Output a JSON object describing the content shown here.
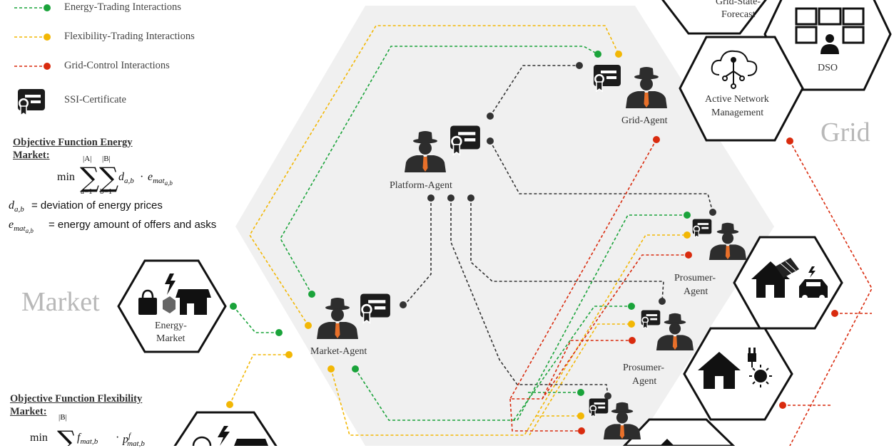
{
  "legend": {
    "energy": {
      "label": "Energy-Trading Interactions",
      "color": "#1aa33a"
    },
    "flex": {
      "label": "Flexibility-Trading Interactions",
      "color": "#f2b705"
    },
    "grid": {
      "label": "Grid-Control Interactions",
      "color": "#d92b0e"
    },
    "ssi": {
      "label": "SSI-Certificate"
    }
  },
  "agent_color": "#333333",
  "regions": {
    "market": "Market",
    "grid": "Grid"
  },
  "agents": {
    "platform": "Platform-Agent",
    "grid": "Grid-Agent",
    "market": "Market-Agent",
    "prosumer1_line1": "Prosumer-",
    "prosumer1_line2": "Agent",
    "prosumer2_line1": "Prosumer-",
    "prosumer2_line2": "Agent"
  },
  "hexes": {
    "forecast_line1": "Grid-State-",
    "forecast_line2": "Forecast",
    "dso": "DSO",
    "anm_line1": "Active Network",
    "anm_line2": "Management",
    "energy_market_line1": "Energy-",
    "energy_market_line2": "Market"
  },
  "objective_energy": {
    "title_line1": "Objective Function Energy",
    "title_line2": "Market:",
    "min": "min",
    "upper_a": "|A|",
    "upper_b": "|B|",
    "lower_a": "a=1",
    "lower_b": "b=1",
    "term": "d",
    "term_sub": "a,b",
    "dot": "·",
    "term2": "e",
    "term2_sub": "mat",
    "term2_subsub": "a,b",
    "def1_sym": "d",
    "def1_sub": "a,b",
    "def1_text": "= deviation of energy prices",
    "def2_sym": "e",
    "def2_sub": "mat",
    "def2_subsub": "a,b",
    "def2_text": "= energy amount of offers and asks"
  },
  "objective_flex": {
    "title_line1": "Objective Function Flexibility",
    "title_line2": "Market:",
    "min": "min",
    "upper_b": "|B|",
    "term": "f",
    "term_sub": "mat,b",
    "dot": "·",
    "term2": "p",
    "term2_sup": "f",
    "term2_sub": "mat,b"
  }
}
